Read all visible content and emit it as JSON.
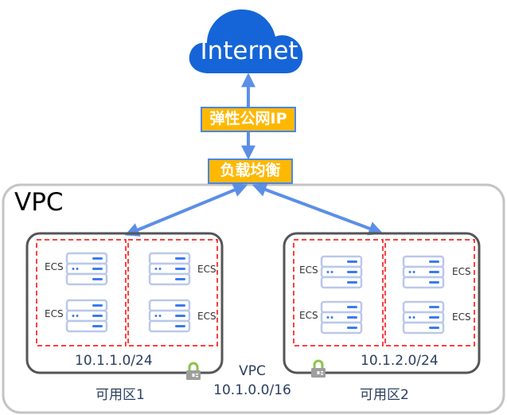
{
  "diagram": {
    "internet": {
      "label": "Internet",
      "color": "#1565d8"
    },
    "eip": {
      "label": "弹性公网IP"
    },
    "load_balancer": {
      "label": "负载均衡"
    },
    "vpc": {
      "title": "VPC",
      "center_label": "VPC",
      "cidr": "10.1.0.0/16"
    },
    "zones": [
      {
        "name": "可用区1",
        "subnet_cidr": "10.1.1.0/24",
        "servers": [
          {
            "label": "ECS"
          },
          {
            "label": "ECS"
          },
          {
            "label": "ECS"
          },
          {
            "label": "ECS"
          }
        ]
      },
      {
        "name": "可用区2",
        "subnet_cidr": "10.1.2.0/24",
        "servers": [
          {
            "label": "ECS"
          },
          {
            "label": "ECS"
          },
          {
            "label": "ECS"
          },
          {
            "label": "ECS"
          }
        ]
      }
    ],
    "colors": {
      "arrow": "#5b8fe6",
      "tag_fill": "#ffb800",
      "tag_border": "#4a86e8",
      "dashed_group": "#ff0000",
      "subnet_border": "#555555",
      "vpc_border": "#c4c4c4",
      "lock_body": "#9e9e9e",
      "lock_shackle": "#8bc34a"
    }
  }
}
